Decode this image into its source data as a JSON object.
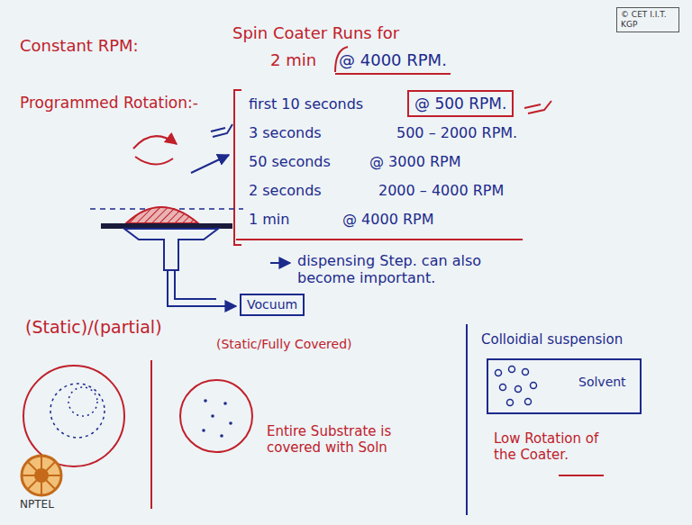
{
  "diagram": {
    "nodes": [
      {
        "text": [
          "© CET I.I.T. KGP"
        ]
      },
      {
        "text": [
          "@ 500 RPM."
        ]
      },
      {
        "text": [
          "Vocuum"
        ]
      },
      {
        "text": [
          "Solvent"
        ]
      }
    ],
    "labels": [
      "Constant RPM:",
      "Spin Coater Runs for",
      "2 min",
      "@ 4000 RPM.",
      "Programmed Rotation:-",
      "first 10 seconds",
      "3 seconds",
      "500 – 2000 RPM.",
      "50 seconds",
      "@ 3000 RPM",
      "2 seconds",
      "2000 – 4000 RPM",
      "1 min",
      "@ 4000 RPM",
      "dispensing Step. can also become important.",
      "(Static)/(partial)",
      "(Static/Fully Covered)",
      "Entire Substrate is covered with Soln",
      "Colloidial suspension",
      "Low Rotation of the Coater.",
      "NPTEL"
    ]
  }
}
